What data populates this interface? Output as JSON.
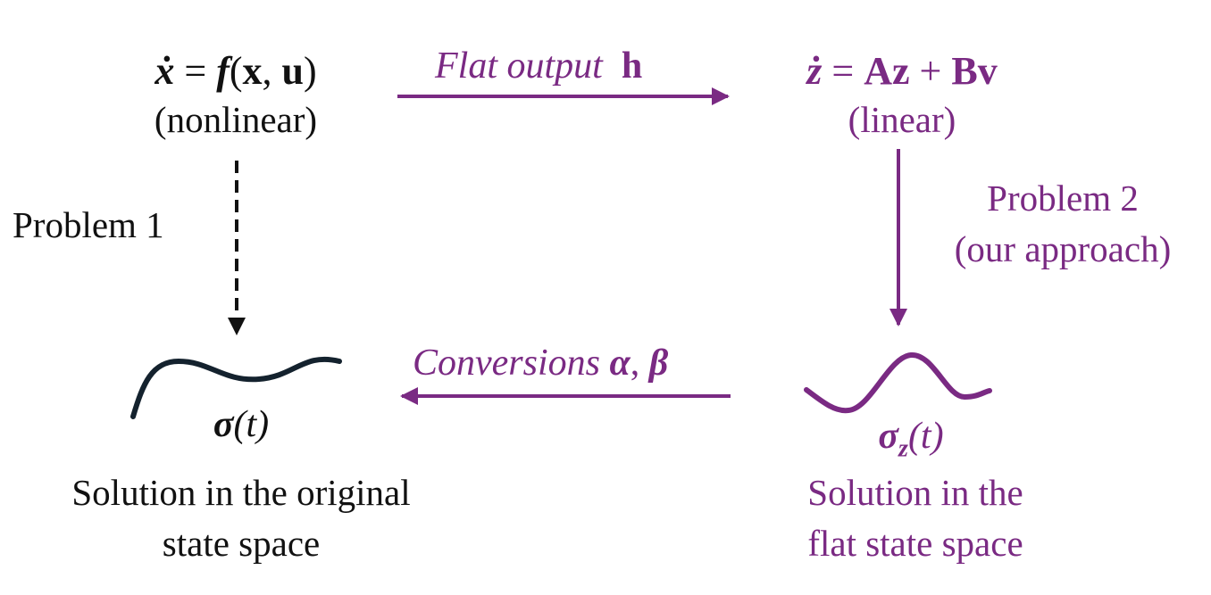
{
  "colors": {
    "text_black": "#111111",
    "accent_purple": "#7a2a83",
    "curve_dark": "#14222e"
  },
  "left_system": {
    "equation": {
      "xdot": "ẋ",
      "eq": " = ",
      "f": "f",
      "open": "(",
      "x": "x",
      "comma": ", ",
      "u": "u",
      "close": ")"
    },
    "label": "(nonlinear)"
  },
  "right_system": {
    "equation": {
      "zdot": "ż",
      "eq": " = ",
      "Az": "Az",
      "plus": " + ",
      "Bv": "Bv"
    },
    "label": "(linear)"
  },
  "top_arrow": {
    "text": "Flat output",
    "symbol": "h"
  },
  "bottom_arrow": {
    "text": "Conversions ",
    "alpha": "α",
    "comma": ", ",
    "beta": "β"
  },
  "left_problem": {
    "label": "Problem 1"
  },
  "right_problem": {
    "line1": "Problem 2",
    "line2": "(our approach)"
  },
  "left_solution": {
    "symbol": {
      "sigma": "σ",
      "arg": "(t)"
    },
    "line1": "Solution in the original",
    "line2": "state space"
  },
  "right_solution": {
    "symbol": {
      "sigma": "σ",
      "subscript": "z",
      "arg": "(t)"
    },
    "line1": "Solution in the",
    "line2": "flat state space"
  }
}
